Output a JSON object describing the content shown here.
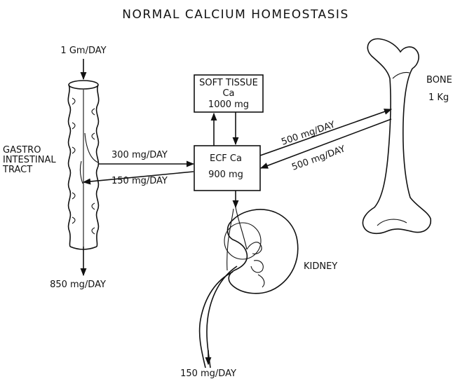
{
  "title": "NORMAL CALCIUM HOMEOSTASIS",
  "intake": "1 Gm/DAY",
  "gi": {
    "line1": "GASTRO",
    "line2": "INTESTINAL",
    "line3": "TRACT"
  },
  "gi_to_ecf": "300 mg/DAY",
  "ecf_to_gi": "150 mg/DAY",
  "fecal": "850 mg/DAY",
  "soft_tissue": {
    "line1": "SOFT TISSUE",
    "line2": "Ca",
    "line3": "1000 mg"
  },
  "ecf": {
    "line1": "ECF Ca",
    "line2": "900 mg"
  },
  "ecf_to_bone": "500 mg/DAY",
  "bone_to_ecf": "500 mg/DAY",
  "bone": {
    "label": "BONE",
    "mass": "1 Kg"
  },
  "kidney": "KIDNEY",
  "urine": "150 mg/DAY",
  "colors": {
    "ink": "#111111",
    "background": "#ffffff"
  }
}
